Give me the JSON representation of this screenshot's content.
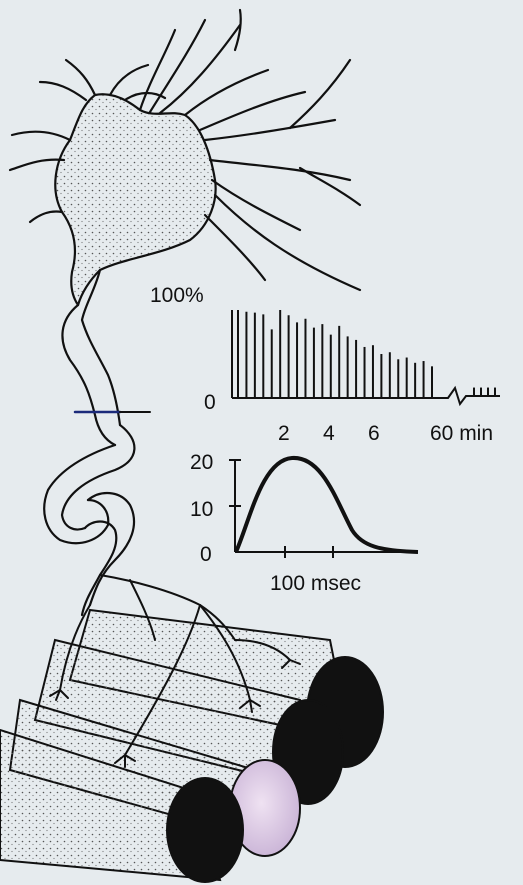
{
  "upper_chart": {
    "ylabels": [
      "100%",
      "0"
    ],
    "xticks": [
      "2",
      "4",
      "6",
      "60 min"
    ],
    "bars": [
      1.0,
      0.98,
      0.97,
      0.95,
      0.78,
      1.0,
      0.94,
      0.86,
      0.9,
      0.8,
      0.84,
      0.72,
      0.82,
      0.7,
      0.66,
      0.58,
      0.6,
      0.5,
      0.52,
      0.44,
      0.46,
      0.4,
      0.42,
      0.36
    ],
    "late_bars": [
      0.16,
      0.16,
      0.16,
      0.16
    ]
  },
  "lower_chart": {
    "yticks": [
      "20",
      "10",
      "0"
    ],
    "xlabel": "100 msec",
    "ylim": [
      0,
      20
    ]
  },
  "colors": {
    "ink": "#111111",
    "background": "#e6ebee",
    "fiber_active": "#111111",
    "fiber_inactive": "#d8c8e4"
  }
}
